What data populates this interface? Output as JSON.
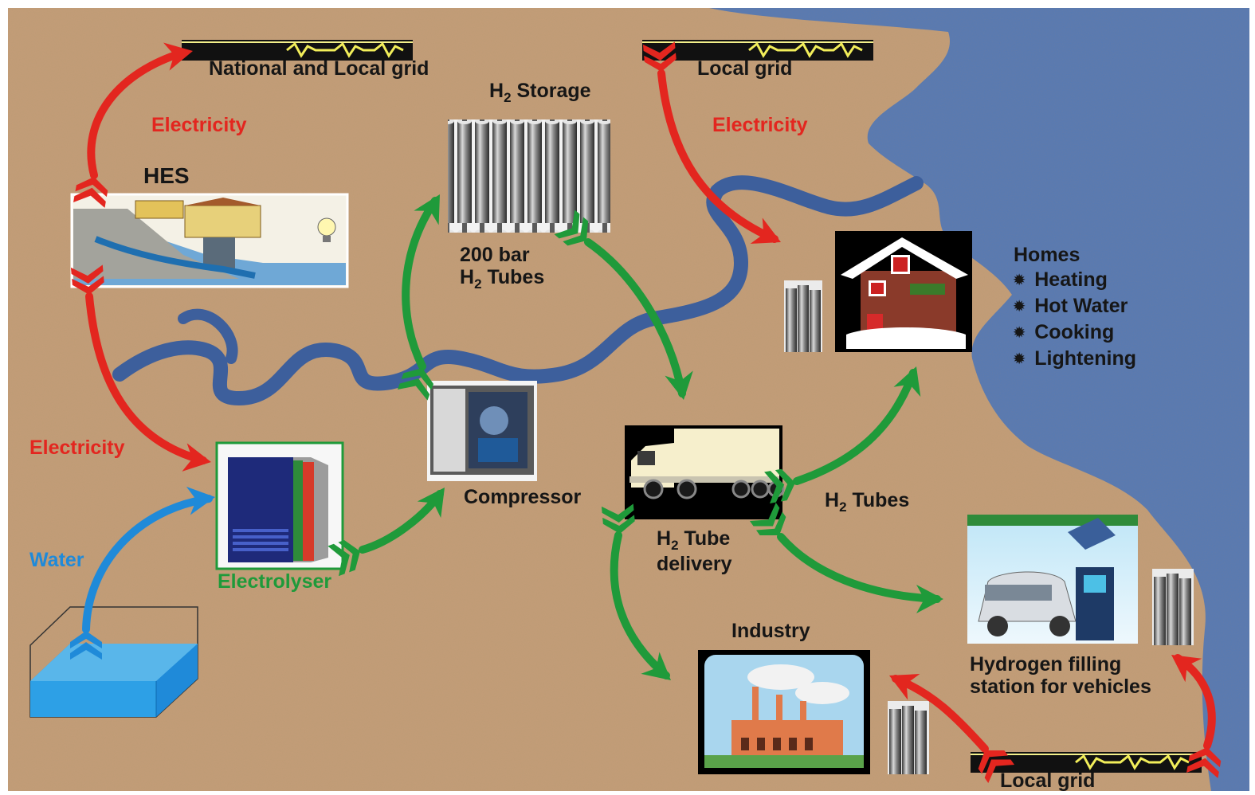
{
  "grid_labels": {
    "national_local": "National and Local grid",
    "local_top": "Local grid",
    "local_bottom": "Local grid"
  },
  "nodes": {
    "hes": "HES",
    "h2_storage_prefix": "H",
    "h2_storage_sub": "2",
    "h2_storage_suffix": " Storage",
    "tubes_200_line1": "200 bar",
    "tubes_200_prefix": "H",
    "tubes_200_sub": "2",
    "tubes_200_suffix": " Tubes",
    "compressor": "Compressor",
    "electrolyser": "Electrolyser",
    "truck_prefix": "H",
    "truck_sub": "2",
    "truck_suffix": " Tube",
    "truck_line2": "delivery",
    "h2_tubes_prefix": "H",
    "h2_tubes_sub": "2",
    "h2_tubes_suffix": " Tubes",
    "homes": "Homes",
    "industry": "Industry",
    "filling_line1": "Hydrogen filling",
    "filling_line2": "station for vehicles"
  },
  "homes_uses": [
    "Heating",
    "Hot Water",
    "Cooking",
    "Lightening"
  ],
  "flow_labels": {
    "electricity_top_left": "Electricity",
    "electricity_top_right": "Electricity",
    "electricity_left": "Electricity",
    "water": "Water"
  },
  "colors": {
    "electricity_arrow": "#e3261f",
    "hydrogen_arrow": "#1f9a3a",
    "water_arrow": "#1f8ad9",
    "land": "#c49e78",
    "sea": "#5579b5",
    "river": "#3d5f9c"
  },
  "icons": {
    "grid": "power-line-icon",
    "hes": "hydro-plant-icon",
    "storage": "gas-cylinders-icon",
    "compressor": "compressor-icon",
    "electrolyser": "electrolyser-icon",
    "truck": "truck-icon",
    "home": "house-icon",
    "industry": "factory-icon",
    "filling": "fuel-station-icon",
    "water": "water-tank-icon"
  }
}
